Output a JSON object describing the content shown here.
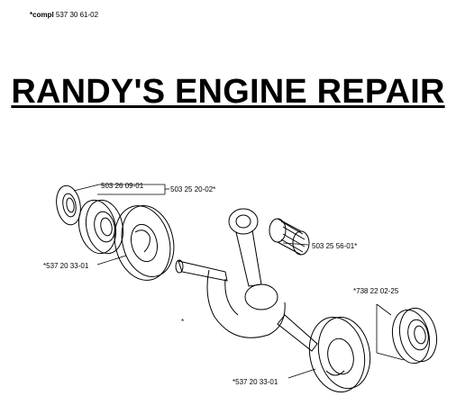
{
  "header": {
    "compl_prefix": "*compl",
    "compl_number": "537 30 61-02"
  },
  "banner": {
    "title": "RANDY'S ENGINE REPAIR"
  },
  "diagram": {
    "callouts": {
      "seal_left": "503 26 09-01",
      "bearing_left": "503 25 20-02*",
      "needle_bearing": "503 25 56-01*",
      "crankcase_left": "*537 20 33-01",
      "bearing_right": "*738 22 02-25",
      "crankshaft_marker": "*",
      "crankcase_right": "*537 20 33-01"
    }
  }
}
